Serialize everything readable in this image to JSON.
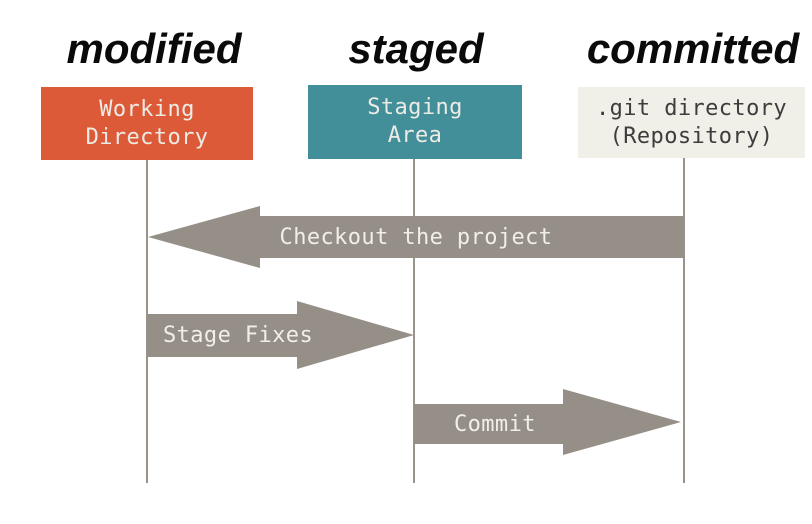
{
  "diagram": {
    "states": [
      {
        "label": "modified"
      },
      {
        "label": "staged"
      },
      {
        "label": "committed"
      }
    ],
    "boxes": [
      {
        "line1": "Working",
        "line2": "Directory",
        "color": "#DC5A38",
        "text_color": "#EDEBE5"
      },
      {
        "line1": "Staging",
        "line2": "Area",
        "color": "#428E99",
        "text_color": "#EDEBE5"
      },
      {
        "line1": ".git directory",
        "line2": "(Repository)",
        "color": "#F0EFE8",
        "text_color": "#3D3D3D"
      }
    ],
    "arrows": [
      {
        "label": "Checkout the project",
        "direction": "left",
        "from": "repository",
        "to": "working-directory"
      },
      {
        "label": "Stage Fixes",
        "direction": "right",
        "from": "working-directory",
        "to": "staging-area"
      },
      {
        "label": "Commit",
        "direction": "right",
        "from": "staging-area",
        "to": "repository"
      }
    ],
    "colors": {
      "arrow": "#968F87",
      "lifeline": "#9A938B",
      "arrow_text": "#F1EFEA",
      "state_label_text": "#0A0A0A",
      "background": "#FFFFFF"
    }
  }
}
